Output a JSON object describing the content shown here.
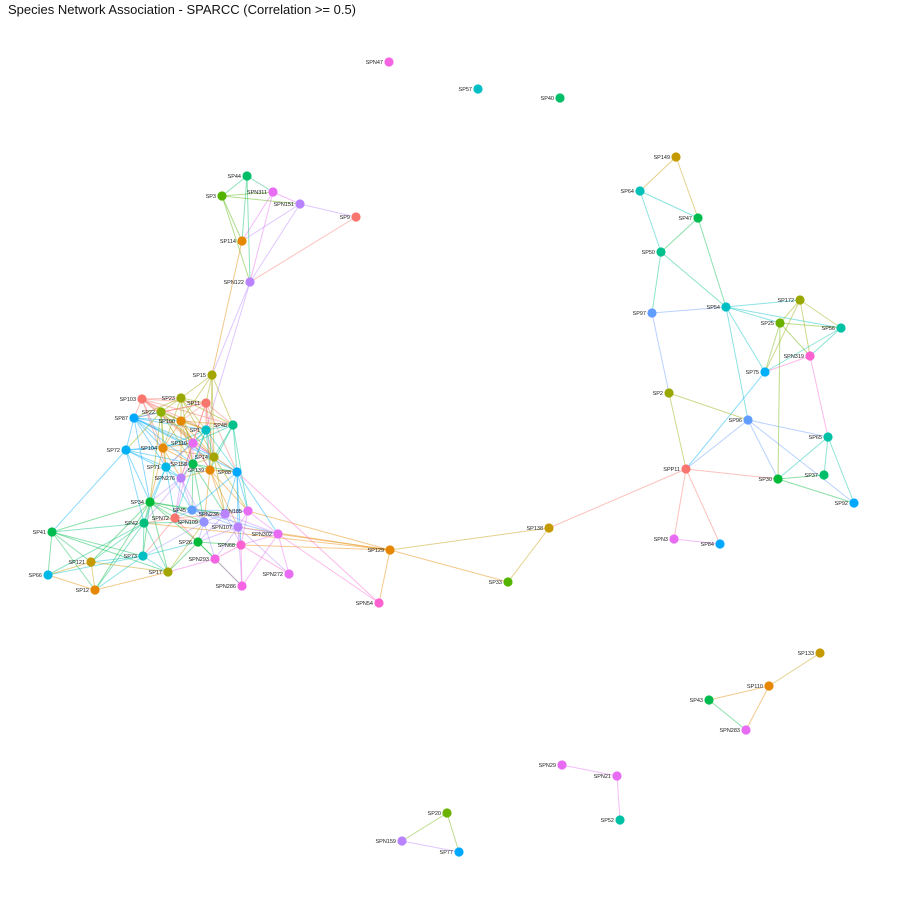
{
  "title": "Species Network Association - SPARCC (Correlation >= 0.5)",
  "nodes": [
    {
      "id": "SPN47",
      "color": "#f564e3"
    },
    {
      "id": "SP57",
      "color": "#00bfc4"
    },
    {
      "id": "SP40",
      "color": "#00be67"
    },
    {
      "id": "SP44",
      "color": "#00be67"
    },
    {
      "id": "SP3",
      "color": "#53b400"
    },
    {
      "id": "SPN311",
      "color": "#e76bf3"
    },
    {
      "id": "SPN151",
      "color": "#b983ff"
    },
    {
      "id": "SP9",
      "color": "#f8766d"
    },
    {
      "id": "SP114",
      "color": "#e58700"
    },
    {
      "id": "SPN122",
      "color": "#b983ff"
    },
    {
      "id": "SP149",
      "color": "#c49a00"
    },
    {
      "id": "SP64",
      "color": "#00c0b8"
    },
    {
      "id": "SP47",
      "color": "#00bb4e"
    },
    {
      "id": "SP50",
      "color": "#00c08b"
    },
    {
      "id": "SP54",
      "color": "#00bfc4"
    },
    {
      "id": "SP97",
      "color": "#619cff"
    },
    {
      "id": "SP172",
      "color": "#99a800"
    },
    {
      "id": "SP25",
      "color": "#6bb100"
    },
    {
      "id": "SP56",
      "color": "#00c1a3"
    },
    {
      "id": "SPN319",
      "color": "#fd61d1"
    },
    {
      "id": "SP75",
      "color": "#00b0f6"
    },
    {
      "id": "SP2",
      "color": "#99a800"
    },
    {
      "id": "SP96",
      "color": "#619cff"
    },
    {
      "id": "SP65",
      "color": "#00c1a3"
    },
    {
      "id": "SPP11",
      "color": "#f8766d"
    },
    {
      "id": "SP30",
      "color": "#00ba38"
    },
    {
      "id": "SP37",
      "color": "#00be67"
    },
    {
      "id": "SP92",
      "color": "#00a9ff"
    },
    {
      "id": "SPN3",
      "color": "#e76bf3"
    },
    {
      "id": "SP84",
      "color": "#00a9ff"
    },
    {
      "id": "SP15",
      "color": "#a3a500"
    },
    {
      "id": "SP103",
      "color": "#f8766d"
    },
    {
      "id": "SP23",
      "color": "#99a800"
    },
    {
      "id": "SP11",
      "color": "#f8766d"
    },
    {
      "id": "SP87",
      "color": "#00a9ff"
    },
    {
      "id": "SP22",
      "color": "#8fb000"
    },
    {
      "id": "SP100",
      "color": "#e58700"
    },
    {
      "id": "SP1",
      "color": "#00bfc4"
    },
    {
      "id": "SP48",
      "color": "#00c08b"
    },
    {
      "id": "SP72",
      "color": "#00b0f6"
    },
    {
      "id": "SP104",
      "color": "#e58700"
    },
    {
      "id": "SP110b",
      "label": "SP110",
      "color": "#e76bf3"
    },
    {
      "id": "SP14",
      "color": "#a3a500"
    },
    {
      "id": "SP71",
      "color": "#00b8e7"
    },
    {
      "id": "SP158",
      "color": "#00bb4e"
    },
    {
      "id": "SP139",
      "color": "#e58700"
    },
    {
      "id": "SP88",
      "color": "#00a9ff"
    },
    {
      "id": "SPN276",
      "color": "#b983ff"
    },
    {
      "id": "SP34",
      "color": "#00ba38"
    },
    {
      "id": "SP45",
      "color": "#619cff"
    },
    {
      "id": "SPN185",
      "color": "#e76bf3"
    },
    {
      "id": "SPN72",
      "color": "#f8766d"
    },
    {
      "id": "SPN236",
      "color": "#b983ff"
    },
    {
      "id": "SP42",
      "color": "#00bf7d"
    },
    {
      "id": "SPN109",
      "color": "#9590ff"
    },
    {
      "id": "SPN107",
      "color": "#b983ff"
    },
    {
      "id": "SPN302",
      "color": "#e76bf3"
    },
    {
      "id": "SP41",
      "color": "#00bb4e"
    },
    {
      "id": "SP73",
      "color": "#00bfc4"
    },
    {
      "id": "SP26",
      "color": "#00ba38"
    },
    {
      "id": "SPN68",
      "color": "#fd61d1"
    },
    {
      "id": "SPN293",
      "color": "#f564e3"
    },
    {
      "id": "SP121",
      "color": "#c49a00"
    },
    {
      "id": "SP17",
      "color": "#a3a500"
    },
    {
      "id": "SP12",
      "color": "#e58700"
    },
    {
      "id": "SP66",
      "color": "#00b8e7"
    },
    {
      "id": "SPN286",
      "color": "#f564e3"
    },
    {
      "id": "SPN272",
      "color": "#e76bf3"
    },
    {
      "id": "SP129",
      "color": "#e58700"
    },
    {
      "id": "SP138",
      "color": "#c49a00"
    },
    {
      "id": "SP33",
      "color": "#53b400"
    },
    {
      "id": "SPN54",
      "color": "#fd61d1"
    },
    {
      "id": "SP133",
      "color": "#c49a00"
    },
    {
      "id": "SP110",
      "color": "#e58700"
    },
    {
      "id": "SP43",
      "color": "#00bb4e"
    },
    {
      "id": "SPN283",
      "color": "#e76bf3"
    },
    {
      "id": "SPN29",
      "color": "#e76bf3"
    },
    {
      "id": "SPN21",
      "color": "#e76bf3"
    },
    {
      "id": "SP52",
      "color": "#00c1a3"
    },
    {
      "id": "SP20",
      "color": "#6bb100"
    },
    {
      "id": "SPN159",
      "color": "#b983ff"
    },
    {
      "id": "SP77",
      "color": "#00a9ff"
    }
  ],
  "edges": [
    [
      "SP44",
      "SP3"
    ],
    [
      "SP44",
      "SPN311"
    ],
    [
      "SP44",
      "SP114"
    ],
    [
      "SP44",
      "SPN122"
    ],
    [
      "SP3",
      "SPN311"
    ],
    [
      "SP3",
      "SPN151"
    ],
    [
      "SP3",
      "SP114"
    ],
    [
      "SP3",
      "SPN122"
    ],
    [
      "SPN311",
      "SPN151"
    ],
    [
      "SPN311",
      "SP114"
    ],
    [
      "SPN311",
      "SPN122"
    ],
    [
      "SPN151",
      "SP9"
    ],
    [
      "SPN151",
      "SPN122"
    ],
    [
      "SPN151",
      "SP114"
    ],
    [
      "SP9",
      "SPN122"
    ],
    [
      "SP114",
      "SP15"
    ],
    [
      "SPN122",
      "SP15"
    ],
    [
      "SPN122",
      "SP1"
    ],
    [
      "SP149",
      "SP64"
    ],
    [
      "SP149",
      "SP47"
    ],
    [
      "SP64",
      "SP47"
    ],
    [
      "SP64",
      "SP50"
    ],
    [
      "SP47",
      "SP50"
    ],
    [
      "SP47",
      "SP54"
    ],
    [
      "SP50",
      "SP54"
    ],
    [
      "SP50",
      "SP97"
    ],
    [
      "SP97",
      "SP54"
    ],
    [
      "SP97",
      "SP2"
    ],
    [
      "SP54",
      "SP172"
    ],
    [
      "SP54",
      "SP25"
    ],
    [
      "SP54",
      "SP56"
    ],
    [
      "SP54",
      "SP75"
    ],
    [
      "SP54",
      "SP96"
    ],
    [
      "SP172",
      "SP25"
    ],
    [
      "SP172",
      "SP56"
    ],
    [
      "SP172",
      "SPN319"
    ],
    [
      "SP172",
      "SP75"
    ],
    [
      "SP25",
      "SP56"
    ],
    [
      "SP25",
      "SPN319"
    ],
    [
      "SP25",
      "SP75"
    ],
    [
      "SP25",
      "SP30"
    ],
    [
      "SP56",
      "SPN319"
    ],
    [
      "SP56",
      "SP75"
    ],
    [
      "SPN319",
      "SP75"
    ],
    [
      "SPN319",
      "SP65"
    ],
    [
      "SP75",
      "SPP11"
    ],
    [
      "SP2",
      "SP96"
    ],
    [
      "SP2",
      "SPP11"
    ],
    [
      "SP96",
      "SP65"
    ],
    [
      "SP96",
      "SP30"
    ],
    [
      "SP96",
      "SP92"
    ],
    [
      "SP96",
      "SPP11"
    ],
    [
      "SP65",
      "SP30"
    ],
    [
      "SP65",
      "SP37"
    ],
    [
      "SP65",
      "SP92"
    ],
    [
      "SP30",
      "SP37"
    ],
    [
      "SP30",
      "SP92"
    ],
    [
      "SPP11",
      "SP30"
    ],
    [
      "SPP11",
      "SPN3"
    ],
    [
      "SPP11",
      "SP84"
    ],
    [
      "SPN3",
      "SP84"
    ],
    [
      "SPP11",
      "SP138"
    ],
    [
      "SP138",
      "SP129"
    ],
    [
      "SP138",
      "SP33"
    ],
    [
      "SP129",
      "SP33"
    ],
    [
      "SP129",
      "SPN54"
    ],
    [
      "SP129",
      "SPN302"
    ],
    [
      "SP129",
      "SPN185"
    ],
    [
      "SP129",
      "SPN107"
    ],
    [
      "SP129",
      "SPN68"
    ],
    [
      "SP129",
      "SP42"
    ],
    [
      "SPN54",
      "SP88"
    ],
    [
      "SPN54",
      "SPN302"
    ],
    [
      "SP133",
      "SP110"
    ],
    [
      "SP110",
      "SP43"
    ],
    [
      "SP110",
      "SPN283"
    ],
    [
      "SP43",
      "SPN283"
    ],
    [
      "SPN29",
      "SPN21"
    ],
    [
      "SPN21",
      "SP52"
    ],
    [
      "SP20",
      "SPN159"
    ],
    [
      "SP20",
      "SP77"
    ],
    [
      "SPN159",
      "SP77"
    ],
    [
      "SP15",
      "SP11"
    ],
    [
      "SP15",
      "SP23"
    ],
    [
      "SP15",
      "SP14"
    ],
    [
      "SP15",
      "SP100"
    ],
    [
      "SP15",
      "SP139"
    ],
    [
      "SP103",
      "SP23"
    ],
    [
      "SP103",
      "SP11"
    ],
    [
      "SP103",
      "SP87"
    ],
    [
      "SP103",
      "SP22"
    ],
    [
      "SP103",
      "SP100"
    ],
    [
      "SP103",
      "SP1"
    ],
    [
      "SP103",
      "SP48"
    ],
    [
      "SP103",
      "SP104"
    ],
    [
      "SP103",
      "SP110b"
    ],
    [
      "SP23",
      "SP11"
    ],
    [
      "SP23",
      "SP87"
    ],
    [
      "SP23",
      "SP22"
    ],
    [
      "SP23",
      "SP100"
    ],
    [
      "SP23",
      "SP1"
    ],
    [
      "SP23",
      "SP48"
    ],
    [
      "SP23",
      "SP14"
    ],
    [
      "SP11",
      "SP87"
    ],
    [
      "SP11",
      "SP22"
    ],
    [
      "SP11",
      "SP100"
    ],
    [
      "SP11",
      "SP1"
    ],
    [
      "SP11",
      "SP48"
    ],
    [
      "SP11",
      "SP14"
    ],
    [
      "SP11",
      "SP88"
    ],
    [
      "SP11",
      "SP139"
    ],
    [
      "SP87",
      "SP22"
    ],
    [
      "SP87",
      "SP100"
    ],
    [
      "SP87",
      "SP72"
    ],
    [
      "SP87",
      "SP104"
    ],
    [
      "SP87",
      "SP110b"
    ],
    [
      "SP87",
      "SP14"
    ],
    [
      "SP87",
      "SP71"
    ],
    [
      "SP87",
      "SP88"
    ],
    [
      "SP87",
      "SP1"
    ],
    [
      "SP22",
      "SP100"
    ],
    [
      "SP22",
      "SP1"
    ],
    [
      "SP22",
      "SP72"
    ],
    [
      "SP22",
      "SP104"
    ],
    [
      "SP22",
      "SP110b"
    ],
    [
      "SP22",
      "SP71"
    ],
    [
      "SP22",
      "SP158"
    ],
    [
      "SP100",
      "SP1"
    ],
    [
      "SP100",
      "SP48"
    ],
    [
      "SP100",
      "SP104"
    ],
    [
      "SP100",
      "SP110b"
    ],
    [
      "SP100",
      "SP14"
    ],
    [
      "SP100",
      "SP158"
    ],
    [
      "SP100",
      "SP139"
    ],
    [
      "SP1",
      "SP48"
    ],
    [
      "SP1",
      "SP104"
    ],
    [
      "SP1",
      "SP110b"
    ],
    [
      "SP1",
      "SP14"
    ],
    [
      "SP1",
      "SP71"
    ],
    [
      "SP1",
      "SP158"
    ],
    [
      "SP1",
      "SP88"
    ],
    [
      "SP48",
      "SP14"
    ],
    [
      "SP48",
      "SP88"
    ],
    [
      "SP48",
      "SP139"
    ],
    [
      "SP48",
      "SP110b"
    ],
    [
      "SP72",
      "SP104"
    ],
    [
      "SP72",
      "SP71"
    ],
    [
      "SP72",
      "SPN276"
    ],
    [
      "SP72",
      "SP34"
    ],
    [
      "SP72",
      "SP110b"
    ],
    [
      "SP72",
      "SP158"
    ],
    [
      "SP104",
      "SP110b"
    ],
    [
      "SP104",
      "SP71"
    ],
    [
      "SP104",
      "SP158"
    ],
    [
      "SP104",
      "SPN276"
    ],
    [
      "SP104",
      "SP14"
    ],
    [
      "SP110b",
      "SP14"
    ],
    [
      "SP110b",
      "SP71"
    ],
    [
      "SP110b",
      "SP158"
    ],
    [
      "SP110b",
      "SP139"
    ],
    [
      "SP110b",
      "SP88"
    ],
    [
      "SP110b",
      "SPN276"
    ],
    [
      "SP14",
      "SP158"
    ],
    [
      "SP14",
      "SP139"
    ],
    [
      "SP14",
      "SP88"
    ],
    [
      "SP14",
      "SPN185"
    ],
    [
      "SP71",
      "SP158"
    ],
    [
      "SP71",
      "SPN276"
    ],
    [
      "SP71",
      "SP34"
    ],
    [
      "SP71",
      "SP45"
    ],
    [
      "SP71",
      "SPN72"
    ],
    [
      "SP158",
      "SP139"
    ],
    [
      "SP158",
      "SPN276"
    ],
    [
      "SP158",
      "SP88"
    ],
    [
      "SP158",
      "SP45"
    ],
    [
      "SP158",
      "SPN236"
    ],
    [
      "SP139",
      "SP88"
    ],
    [
      "SP139",
      "SPN276"
    ],
    [
      "SP139",
      "SPN185"
    ],
    [
      "SP139",
      "SPN236"
    ],
    [
      "SP139",
      "SPN107"
    ],
    [
      "SP88",
      "SPN107"
    ],
    [
      "SP88",
      "SPN236"
    ],
    [
      "SP88",
      "SPN185"
    ],
    [
      "SP88",
      "SPN302"
    ],
    [
      "SP88",
      "SPN68"
    ],
    [
      "SPN276",
      "SP34"
    ],
    [
      "SPN276",
      "SP45"
    ],
    [
      "SPN276",
      "SPN72"
    ],
    [
      "SPN276",
      "SPN109"
    ],
    [
      "SP34",
      "SP45"
    ],
    [
      "SP34",
      "SPN72"
    ],
    [
      "SP34",
      "SP42"
    ],
    [
      "SP34",
      "SP41"
    ],
    [
      "SP34",
      "SP73"
    ],
    [
      "SP34",
      "SP17"
    ],
    [
      "SP34",
      "SP12"
    ],
    [
      "SP34",
      "SP121"
    ],
    [
      "SP34",
      "SPN109"
    ],
    [
      "SP34",
      "SP26"
    ],
    [
      "SP45",
      "SPN185"
    ],
    [
      "SP45",
      "SPN72"
    ],
    [
      "SP45",
      "SPN236"
    ],
    [
      "SP45",
      "SPN109"
    ],
    [
      "SP45",
      "SPN107"
    ],
    [
      "SPN185",
      "SPN236"
    ],
    [
      "SPN185",
      "SPN107"
    ],
    [
      "SPN185",
      "SPN302"
    ],
    [
      "SPN185",
      "SPN68"
    ],
    [
      "SPN72",
      "SP42"
    ],
    [
      "SPN72",
      "SPN109"
    ],
    [
      "SPN72",
      "SPN236"
    ],
    [
      "SPN72",
      "SP73"
    ],
    [
      "SPN72",
      "SP26"
    ],
    [
      "SPN236",
      "SPN109"
    ],
    [
      "SPN236",
      "SPN107"
    ],
    [
      "SPN236",
      "SPN302"
    ],
    [
      "SPN236",
      "SP26"
    ],
    [
      "SPN236",
      "SPN68"
    ],
    [
      "SP42",
      "SP41"
    ],
    [
      "SP42",
      "SP73"
    ],
    [
      "SP42",
      "SP121"
    ],
    [
      "SP42",
      "SP12"
    ],
    [
      "SP42",
      "SP17"
    ],
    [
      "SP42",
      "SPN109"
    ],
    [
      "SP42",
      "SP66"
    ],
    [
      "SPN109",
      "SPN107"
    ],
    [
      "SPN109",
      "SP26"
    ],
    [
      "SPN109",
      "SP73"
    ],
    [
      "SPN109",
      "SPN293"
    ],
    [
      "SPN107",
      "SPN302"
    ],
    [
      "SPN107",
      "SP26"
    ],
    [
      "SPN107",
      "SPN68"
    ],
    [
      "SPN107",
      "SPN293"
    ],
    [
      "SPN107",
      "SPN286"
    ],
    [
      "SPN107",
      "SPN272"
    ],
    [
      "SPN302",
      "SPN68"
    ],
    [
      "SPN302",
      "SPN286"
    ],
    [
      "SPN302",
      "SPN272"
    ],
    [
      "SP41",
      "SP73"
    ],
    [
      "SP41",
      "SP121"
    ],
    [
      "SP41",
      "SP12"
    ],
    [
      "SP41",
      "SP66"
    ],
    [
      "SP41",
      "SP17"
    ],
    [
      "SP73",
      "SP121"
    ],
    [
      "SP73",
      "SP12"
    ],
    [
      "SP73",
      "SP17"
    ],
    [
      "SP73",
      "SP26"
    ],
    [
      "SP73",
      "SP66"
    ],
    [
      "SP26",
      "SPN68"
    ],
    [
      "SP26",
      "SPN293"
    ],
    [
      "SP26",
      "SP17"
    ],
    [
      "SP26",
      "SPN286"
    ],
    [
      "SPN68",
      "SPN293"
    ],
    [
      "SPN68",
      "SPN286"
    ],
    [
      "SPN68",
      "SPN272"
    ],
    [
      "SPN293",
      "SPN286"
    ],
    [
      "SPN293",
      "SP17"
    ],
    [
      "SP121",
      "SP12"
    ],
    [
      "SP121",
      "SP66"
    ],
    [
      "SP121",
      "SP17"
    ],
    [
      "SP12",
      "SP66"
    ],
    [
      "SP12",
      "SP17"
    ],
    [
      "SP72",
      "SP41"
    ],
    [
      "SP72",
      "SP42"
    ],
    [
      "SP87",
      "SP34"
    ],
    [
      "SP23",
      "SP158"
    ],
    [
      "SP103",
      "SP71"
    ],
    [
      "SP11",
      "SPN276"
    ],
    [
      "SP15",
      "SP48"
    ],
    [
      "SP22",
      "SP34"
    ],
    [
      "SP100",
      "SPN276"
    ],
    [
      "SP1",
      "SPN72"
    ],
    [
      "SP14",
      "SPN236"
    ],
    [
      "SP139",
      "SPN109"
    ],
    [
      "SP48",
      "SPN185"
    ],
    [
      "SP104",
      "SP34"
    ],
    [
      "SP71",
      "SP42"
    ],
    [
      "SP158",
      "SPN109"
    ],
    [
      "SP88",
      "SP45"
    ],
    [
      "SP110b",
      "SPN72"
    ],
    [
      "SP1",
      "SP139"
    ],
    [
      "SP23",
      "SP104"
    ],
    [
      "SP87",
      "SP158"
    ],
    [
      "SP22",
      "SP14"
    ],
    [
      "SP11",
      "SP110b"
    ],
    [
      "SP103",
      "SP14"
    ],
    [
      "SPN276",
      "SP42"
    ],
    [
      "SP34",
      "SPN236"
    ],
    [
      "SP45",
      "SPN302"
    ],
    [
      "SP17",
      "SPN109"
    ]
  ]
}
